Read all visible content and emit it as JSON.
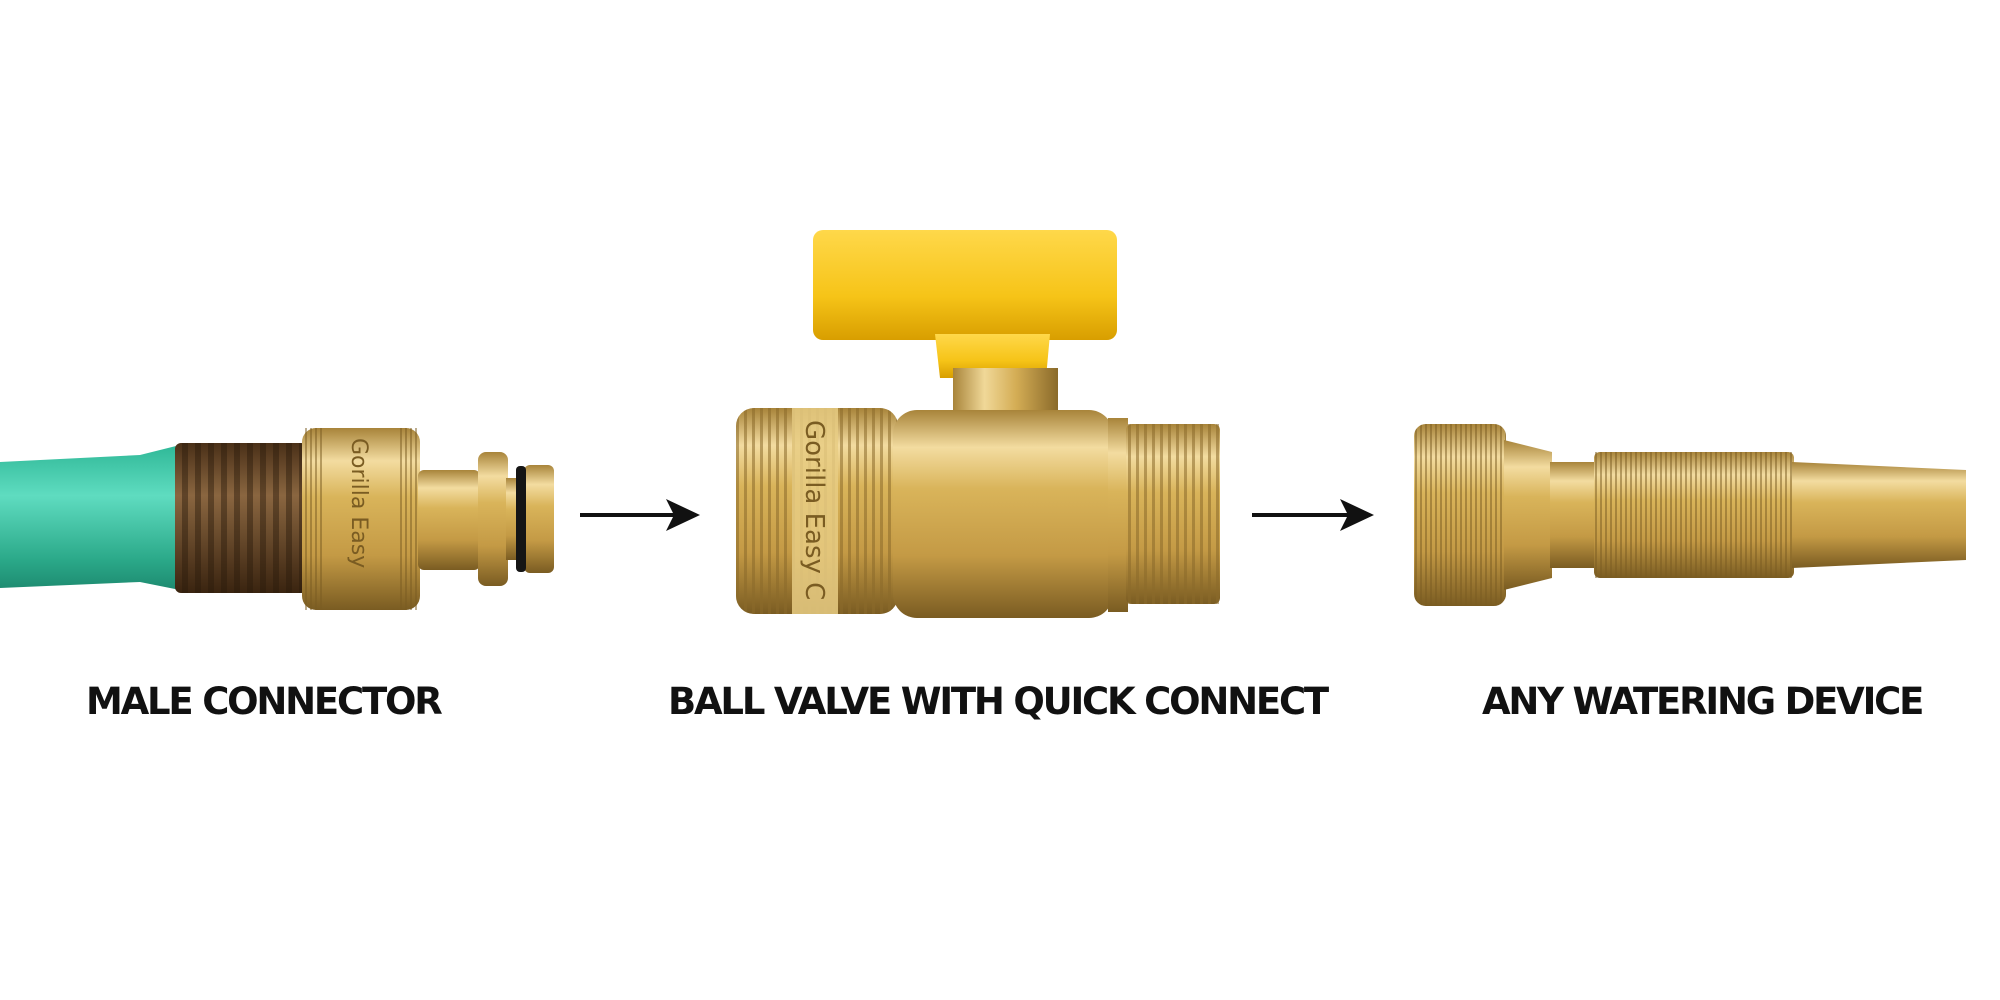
{
  "labels": {
    "male_connector": "MALE CONNECTOR",
    "ball_valve": "BALL VALVE WITH QUICK CONNECT",
    "watering_device": "ANY WATERING DEVICE"
  },
  "engravings": {
    "connector_nut": "Gorilla Easy",
    "valve_collar": "Gorilla Easy C"
  },
  "colors": {
    "hose": "#3cc8a8",
    "brass": "#d9b45a",
    "brass_dark": "#a8843a",
    "handle": "#f6c418",
    "arrow": "#111111"
  },
  "icons": [
    "arrow-right-icon",
    "arrow-right-icon"
  ]
}
